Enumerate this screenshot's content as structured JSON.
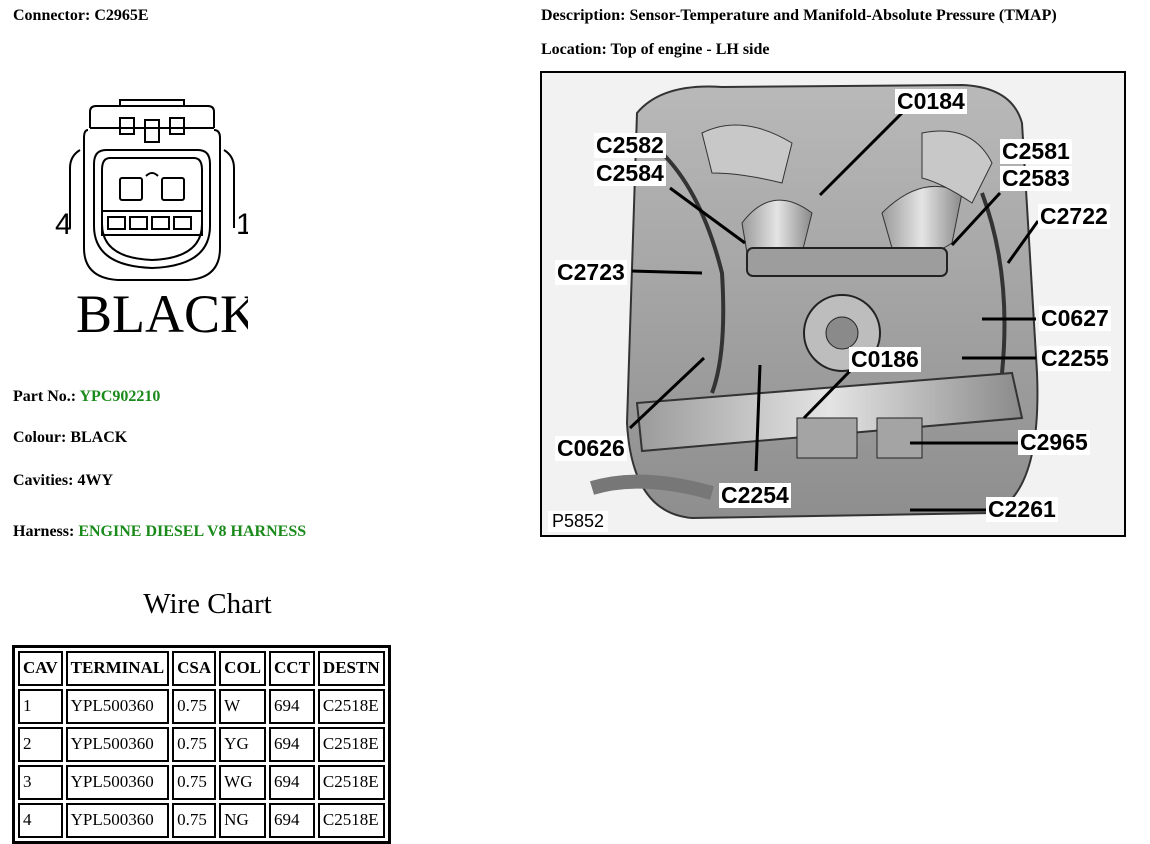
{
  "connector": {
    "label": "Connector:",
    "value": "C2965E"
  },
  "description": {
    "label": "Description:",
    "value": "Sensor-Temperature and Manifold-Absolute Pressure (TMAP)"
  },
  "location": {
    "label": "Location:",
    "value": "Top of engine - LH side"
  },
  "drawing": {
    "pin_left": "4",
    "pin_right": "1",
    "color_text": "BLACK"
  },
  "part": {
    "label": "Part No.:",
    "value": "YPC902210"
  },
  "colour": {
    "label": "Colour:",
    "value": "BLACK"
  },
  "cavities": {
    "label": "Cavities:",
    "value": "4WY"
  },
  "harness": {
    "label": "Harness:",
    "value": "ENGINE DIESEL V8 HARNESS"
  },
  "wire_chart": {
    "title": "Wire Chart",
    "headers": [
      "CAV",
      "TERMINAL",
      "CSA",
      "COL",
      "CCT",
      "DESTN"
    ],
    "rows": [
      [
        "1",
        "YPL500360",
        "0.75",
        "W",
        "694",
        "C2518E"
      ],
      [
        "2",
        "YPL500360",
        "0.75",
        "YG",
        "694",
        "C2518E"
      ],
      [
        "3",
        "YPL500360",
        "0.75",
        "WG",
        "694",
        "C2518E"
      ],
      [
        "4",
        "YPL500360",
        "0.75",
        "NG",
        "694",
        "C2518E"
      ]
    ]
  },
  "photo": {
    "ref": "P5852",
    "callouts": [
      "C0184",
      "C2582",
      "C2584",
      "C2581",
      "C2583",
      "C2722",
      "C2723",
      "C0627",
      "C0186",
      "C2255",
      "C0626",
      "C2965",
      "C2254",
      "C2261"
    ]
  },
  "colors": {
    "accent_green": "#1a8a1a"
  }
}
